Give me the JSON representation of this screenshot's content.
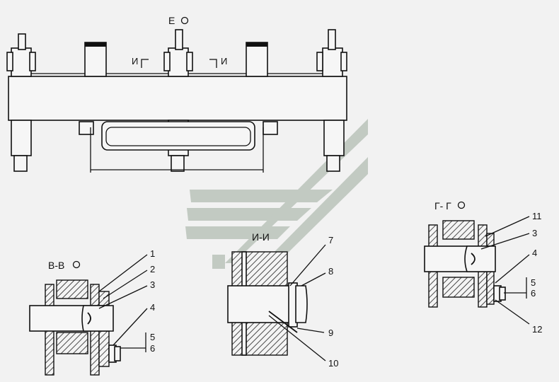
{
  "top_view": {
    "view_label": "Е",
    "section_i_left": "И",
    "section_i_right": "И"
  },
  "section_vv": {
    "title": "В-В",
    "callouts": [
      "1",
      "2",
      "3",
      "4",
      "5",
      "6"
    ]
  },
  "section_ii": {
    "title": "И-И",
    "callouts": [
      "7",
      "8",
      "9",
      "10"
    ]
  },
  "section_gg": {
    "title": "Г- Г",
    "callouts": [
      "11",
      "3",
      "4",
      "5",
      "6",
      "12"
    ]
  },
  "colors": {
    "background": "#f2f2f2",
    "line": "#111111",
    "watermark": "#8a9a8a"
  }
}
